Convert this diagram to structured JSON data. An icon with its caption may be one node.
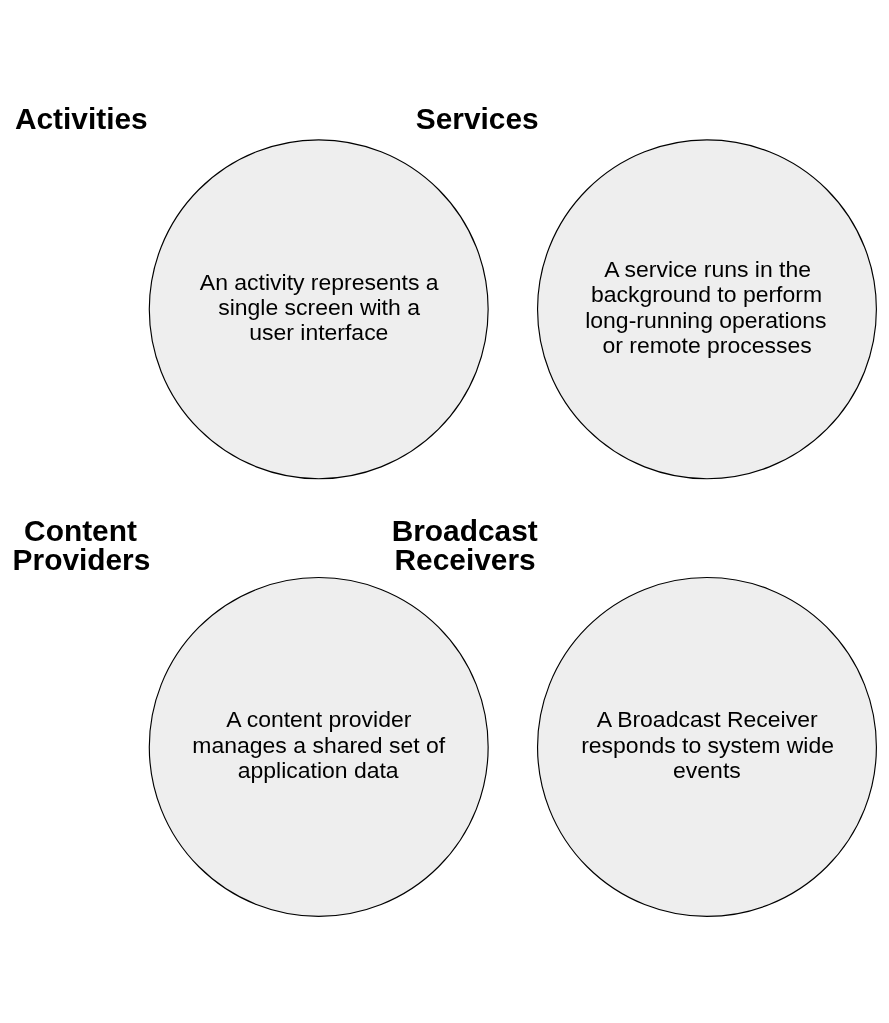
{
  "diagram": {
    "nodes": [
      {
        "text": [
          "Activities",
          "An activity represents a single screen with a user interface"
        ]
      },
      {
        "text": [
          "Services",
          "A service runs in the background to perform long-running operations or remote processes"
        ]
      },
      {
        "text": [
          "Content Providers",
          "A content provider manages a shared set of application data"
        ]
      },
      {
        "text": [
          "Broadcast Receivers",
          "A Broadcast Receiver responds to system wide events"
        ]
      }
    ],
    "edges": []
  }
}
